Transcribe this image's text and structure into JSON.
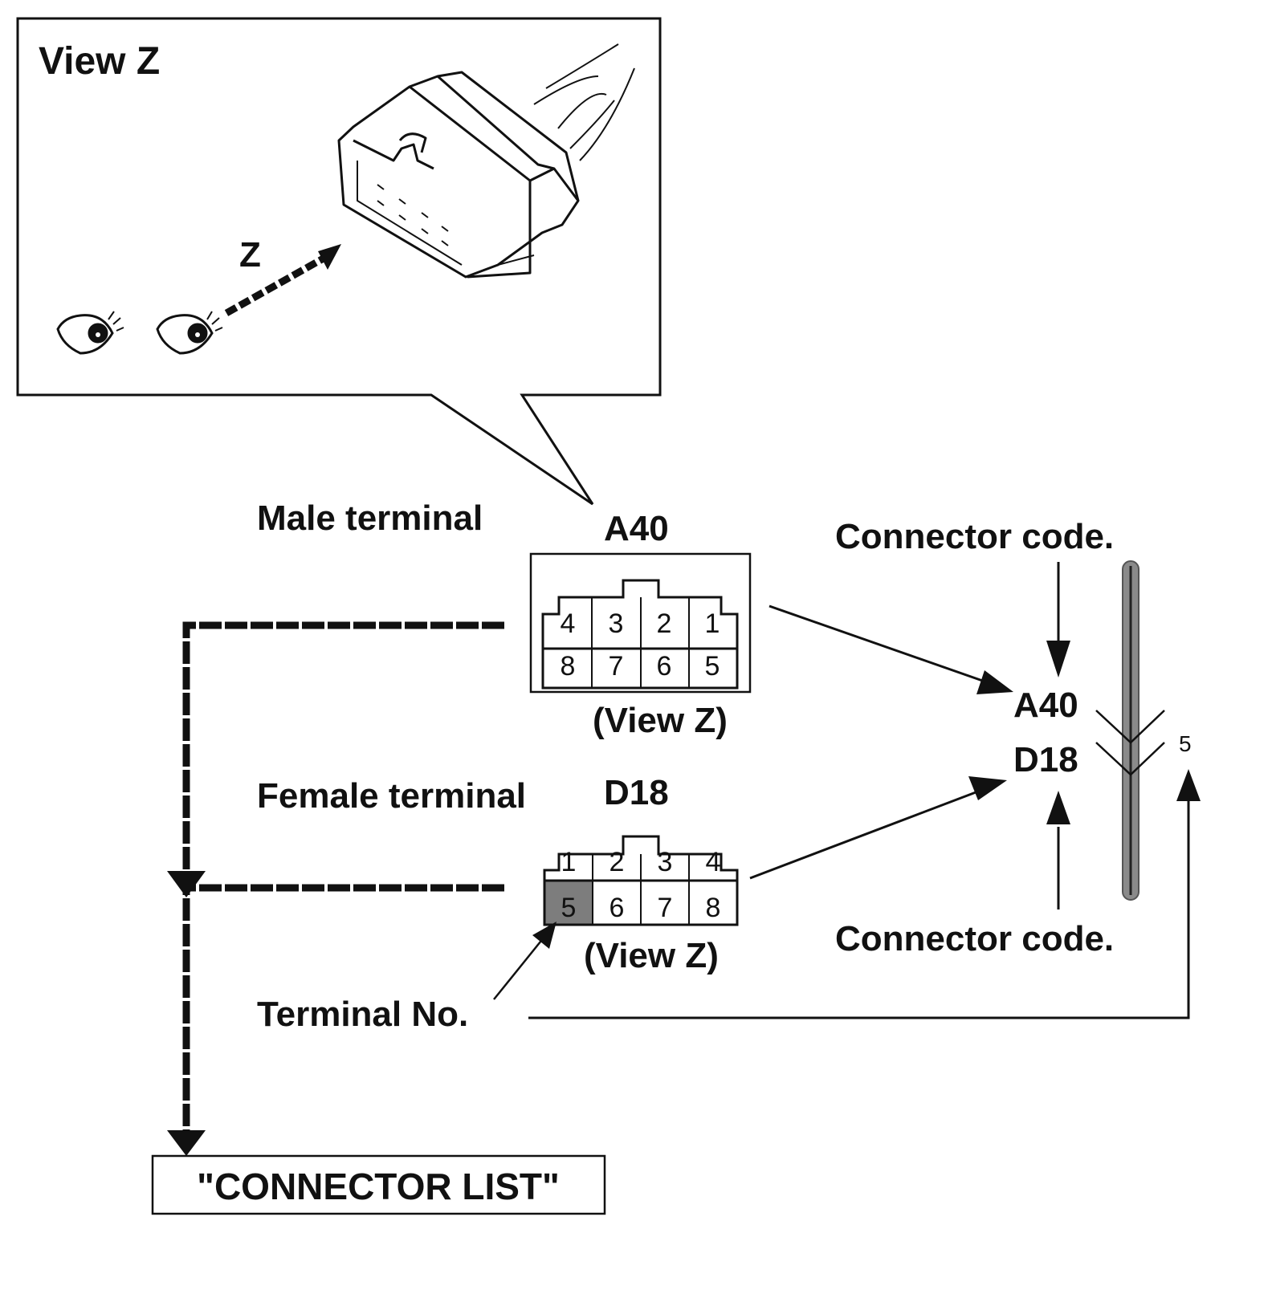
{
  "view_panel": {
    "title": "View Z",
    "arrow_label": "Z",
    "icons": [
      "eye-icon",
      "eye-icon",
      "connector-icon"
    ]
  },
  "male": {
    "caption": "Male terminal",
    "code": "A40",
    "view_label": "(View Z)",
    "top_row": [
      "4",
      "3",
      "2",
      "1"
    ],
    "bottom_row": [
      "8",
      "7",
      "6",
      "5"
    ]
  },
  "female": {
    "caption": "Female terminal",
    "code": "D18",
    "view_label": "(View Z)",
    "top_row": [
      "1",
      "2",
      "3",
      "4"
    ],
    "bottom_row": [
      "5",
      "6",
      "7",
      "8"
    ],
    "highlighted_pin": "5"
  },
  "wiring": {
    "connector_code_top": "Connector code.",
    "connector_code_bottom": "Connector code.",
    "code_upper": "A40",
    "code_lower": "D18",
    "terminal_number": "5"
  },
  "terminal_no_label": "Terminal No.",
  "connector_list_label": "\"CONNECTOR LIST\"",
  "colors": {
    "ink": "#111111",
    "shade": "#8a8a8a",
    "paper": "#ffffff"
  }
}
